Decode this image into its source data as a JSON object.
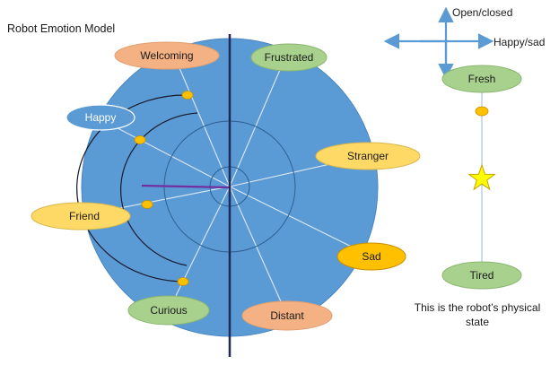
{
  "title": "Robot Emotion Model",
  "axes_legend": {
    "vertical_label": "Open/closed",
    "horizontal_label": "Happy/sad"
  },
  "emotions": [
    {
      "id": "welcoming",
      "label": "Welcoming",
      "fill": "#f4b183",
      "text_color": "#1a1a1a"
    },
    {
      "id": "frustrated",
      "label": "Frustrated",
      "fill": "#a9d18e",
      "text_color": "#1a1a1a"
    },
    {
      "id": "happy",
      "label": "Happy",
      "fill": "#5b9bd5",
      "text_color": "#ffffff"
    },
    {
      "id": "stranger",
      "label": "Stranger",
      "fill": "#ffd966",
      "text_color": "#1a1a1a"
    },
    {
      "id": "friend",
      "label": "Friend",
      "fill": "#ffd966",
      "text_color": "#1a1a1a"
    },
    {
      "id": "sad",
      "label": "Sad",
      "fill": "#ffc000",
      "text_color": "#1a1a1a"
    },
    {
      "id": "curious",
      "label": "Curious",
      "fill": "#a9d18e",
      "text_color": "#1a1a1a"
    },
    {
      "id": "distant",
      "label": "Distant",
      "fill": "#f4b183",
      "text_color": "#1a1a1a"
    }
  ],
  "physical_state": {
    "top_label": "Fresh",
    "bottom_label": "Tired",
    "caption_line1": "This is the robot’s physical",
    "caption_line2": "state"
  },
  "colors": {
    "disc": "#5b9bd5",
    "disc_edge": "#4a86bf",
    "divider": "#1f2a5a",
    "spoke": "#dfe9f5",
    "ring": "#2f5f90",
    "marker": "#ffc000",
    "marker_edge": "#c89000",
    "pointer": "#7030a0",
    "arrow": "#5b9bd5",
    "star": "#ffff00",
    "star_edge": "#c8a000"
  }
}
